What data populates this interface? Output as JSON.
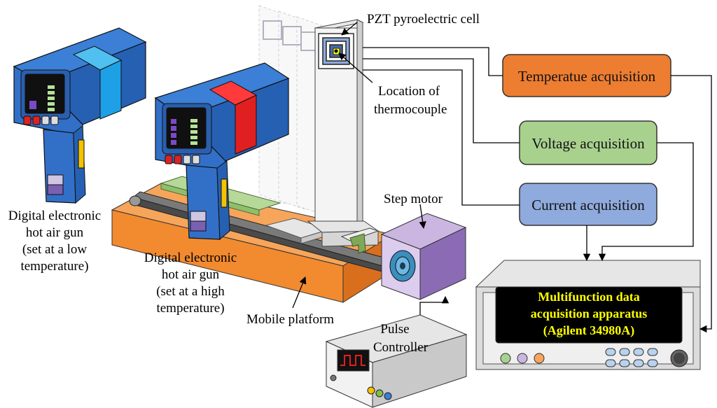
{
  "labels": {
    "pzt_cell": "PZT pyroelectric cell",
    "thermocouple": [
      "Location of",
      "thermocouple"
    ],
    "gun_low": [
      "Digital electronic",
      "hot air gun",
      "(set at a low",
      "temperature)"
    ],
    "gun_high": [
      "Digital electronic",
      "hot air gun",
      "(set at a high",
      "temperature)"
    ],
    "mobile_platform": "Mobile platform",
    "step_motor": "Step motor",
    "pulse_controller": [
      "Pulse",
      "Controller"
    ],
    "daq": [
      "Multifunction data",
      "acquisition apparatus",
      "(Agilent 34980A)"
    ]
  },
  "boxes": {
    "temperature": "Temperatue acquisition",
    "voltage": "Voltage acquisition",
    "current": "Current acquisition"
  },
  "colors": {
    "temperature_box": "#ed7d31",
    "voltage_box": "#a9d18e",
    "current_box": "#8faadc",
    "gun_body": "#2e6fc7",
    "gun_low_band": "#1ea0e6",
    "gun_high_band": "#e02020",
    "platform": "#f28a30",
    "motor": "#b49ad0",
    "daq_screen": "#000000",
    "daq_text": "#ffff00"
  },
  "icons": {
    "gun_low": "hot-air-gun-icon",
    "gun_high": "hot-air-gun-icon",
    "motor": "step-motor-icon",
    "pulse_controller": "pulse-controller-icon",
    "daq": "data-acquisition-device-icon"
  }
}
